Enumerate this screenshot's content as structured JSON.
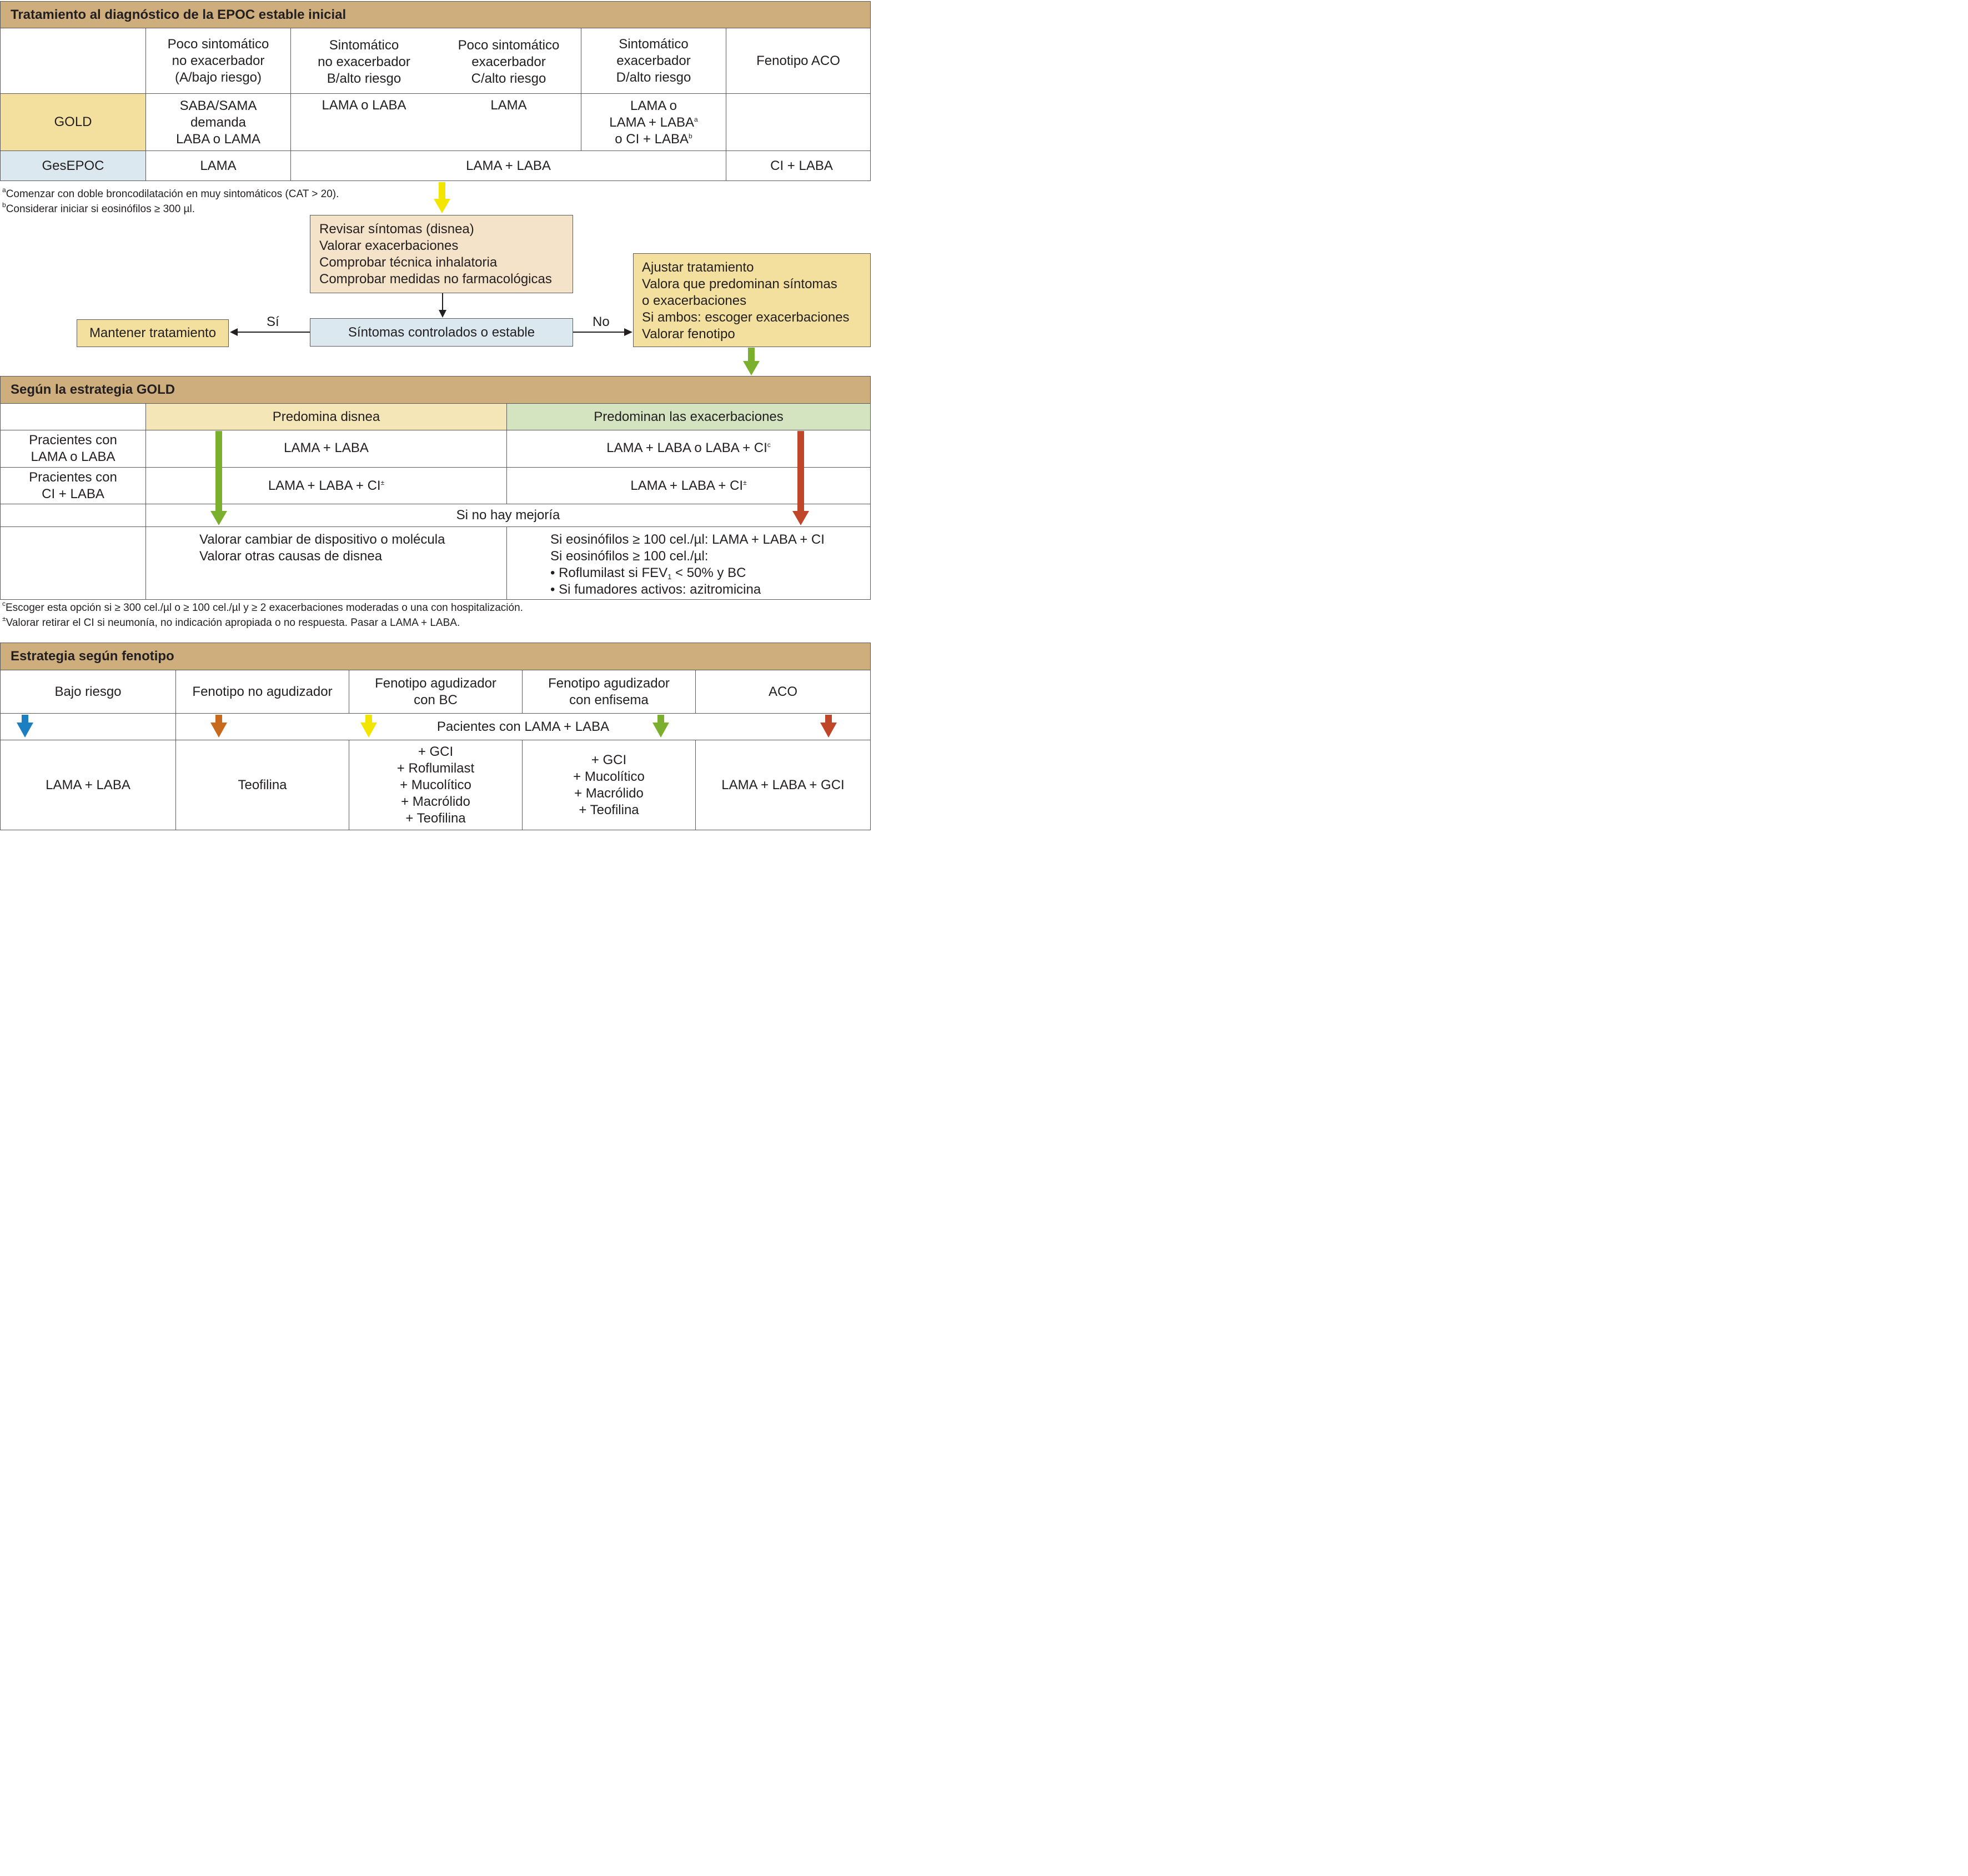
{
  "section1": {
    "title": "Tratamiento al diagnóstico de la EPOC estable inicial",
    "columns": [
      [
        "Poco sintomático",
        "no exacerbador",
        "(A/bajo riesgo)"
      ],
      [
        "Sintomático",
        "no exacerbador",
        "B/alto riesgo"
      ],
      [
        "Poco sintomático",
        "exacerbador",
        "C/alto riesgo"
      ],
      [
        "Sintomático",
        "exacerbador",
        "D/alto riesgo"
      ],
      [
        "Fenotipo ACO"
      ]
    ],
    "gold": {
      "label": "GOLD",
      "a": [
        "SABA/SAMA",
        "demanda",
        "LABA o LAMA"
      ],
      "b": "LAMA o LABA",
      "c": "LAMA",
      "d": {
        "l1": "LAMA o",
        "l2": "LAMA + LABA",
        "l2_sup": "a",
        "l3": "o CI + LABA",
        "l3_sup": "b"
      }
    },
    "gesepoc": {
      "label": "GesEPOC",
      "a": "LAMA",
      "bcd": "LAMA + LABA",
      "aco": "CI + LABA"
    },
    "footnotes": [
      {
        "mark": "a",
        "text": "Comenzar con doble broncodilatación en muy sintomáticos (CAT > 20)."
      },
      {
        "mark": "b",
        "text": "Considerar iniciar si eosinófilos ≥ 300 µl."
      }
    ]
  },
  "flow": {
    "review": [
      "Revisar síntomas (disnea)",
      "Valorar exacerbaciones",
      "Comprobar técnica inhalatoria",
      "Comprobar medidas no farmacológicas"
    ],
    "decision": "Síntomas controlados o estable",
    "yes_label": "Sí",
    "no_label": "No",
    "maintain": "Mantener tratamiento",
    "adjust": [
      "Ajustar tratamiento",
      "Valora que predominan síntomas",
      "o exacerbaciones",
      "Si ambos: escoger exacerbaciones",
      "Valorar fenotipo"
    ]
  },
  "section2": {
    "title": "Según la estrategia GOLD",
    "col_disnea": "Predomina disnea",
    "col_exac": "Predominan las exacerbaciones",
    "row1": {
      "label": [
        "Pracientes con",
        "LAMA o LABA"
      ],
      "disnea": "LAMA + LABA",
      "exac": "LAMA + LABA o LABA + CI",
      "exac_sup": "c"
    },
    "row2": {
      "label": [
        "Pracientes con",
        "CI + LABA"
      ],
      "disnea": "LAMA + LABA + CI",
      "disnea_sup": "±",
      "exac": "LAMA + LABA + CI",
      "exac_sup": "±"
    },
    "no_improvement": "Si no hay mejoría",
    "disnea_actions": [
      "Valorar cambiar de dispositivo o molécula",
      "Valorar otras causas de disnea"
    ],
    "exac_actions": {
      "l1": "Si eosinófilos ≥ 100 cel./µl: LAMA + LABA + CI",
      "l2": "Si eosinófilos ≥ 100 cel./µl:",
      "l3_pre": "• Roflumilast si FEV",
      "l3_sub": "1",
      "l3_post": " < 50% y BC",
      "l4": "• Si fumadores activos: azitromicina"
    },
    "footnotes": [
      {
        "mark": "c",
        "text": "Escoger esta opción si ≥ 300 cel./µl o ≥ 100 cel./µl y ≥ 2 exacerbaciones moderadas o una con hospitalización."
      },
      {
        "mark": "±",
        "text": "Valorar retirar el CI si neumonía, no indicación apropiada o no respuesta. Pasar a LAMA + LABA."
      }
    ]
  },
  "section3": {
    "title": "Estrategia según fenotipo",
    "columns": [
      [
        "Bajo riesgo"
      ],
      [
        "Fenotipo no agudizador"
      ],
      [
        "Fenotipo agudizador",
        "con BC"
      ],
      [
        "Fenotipo agudizador",
        "con enfisema"
      ],
      [
        "ACO"
      ]
    ],
    "patients_row": "Pacientes con LAMA + LABA",
    "treatments": [
      [
        "LAMA + LABA"
      ],
      [
        "Teofilina"
      ],
      [
        "+ GCI",
        "+ Roflumilast",
        "+ Mucolítico",
        "+ Macrólido",
        "+ Teofilina"
      ],
      [
        "+ GCI",
        "+ Mucolítico",
        "+ Macrólido",
        "+ Teofilina"
      ],
      [
        "LAMA + LABA + GCI"
      ]
    ]
  },
  "colors": {
    "header_tan": "#cfae7e",
    "gold_yellow": "#f3e09e",
    "gesepoc_blue": "#dbe8ef",
    "review_peach": "#f5e3c9",
    "decision_blue": "#dbe8ef",
    "maintain_yellow": "#f3e09e",
    "adjust_yellow": "#f3e09e",
    "disnea_header": "#f5e6b7",
    "exac_header": "#d5e4c0",
    "arrow_yellow": "#f2e600",
    "arrow_green": "#7ab02d",
    "arrow_red": "#c0462a",
    "arrow_blue": "#1b7fc2",
    "arrow_orange": "#c76a1d"
  }
}
